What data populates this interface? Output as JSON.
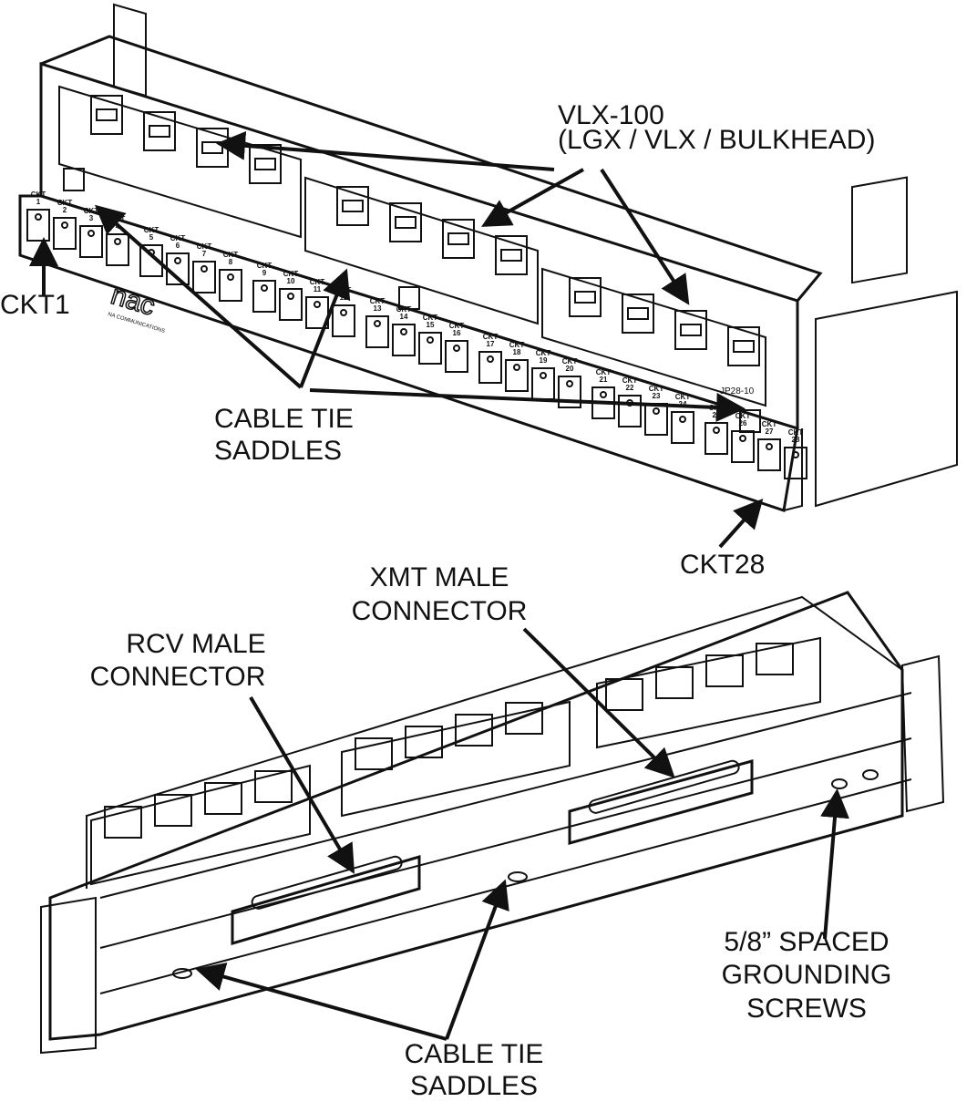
{
  "labels": {
    "vlx_line1": "VLX-100",
    "vlx_line2": "(LGX / VLX / BULKHEAD)",
    "ckt1": "CKT1",
    "ckt28": "CKT28",
    "cable_tie_top_1": "CABLE TIE",
    "cable_tie_top_2": "SADDLES",
    "xmt_1": "XMT MALE",
    "xmt_2": "CONNECTOR",
    "rcv_1": "RCV MALE",
    "rcv_2": "CONNECTOR",
    "ground_1": "5/8” SPACED",
    "ground_2": "GROUNDING",
    "ground_3": "SCREWS",
    "cable_tie_bottom_1": "CABLE TIE",
    "cable_tie_bottom_2": "SADDLES"
  },
  "panel_text": {
    "logo": "nac",
    "logo_sub": "NA COMMUNICATIONS",
    "jumper": "JP28-10",
    "circuit_prefix": "CKT",
    "circuits": [
      "1",
      "2",
      "3",
      "4",
      "5",
      "6",
      "7",
      "8",
      "9",
      "10",
      "11",
      "12",
      "13",
      "14",
      "15",
      "16",
      "17",
      "18",
      "19",
      "20",
      "21",
      "22",
      "23",
      "24",
      "25",
      "26",
      "27",
      "28"
    ]
  }
}
